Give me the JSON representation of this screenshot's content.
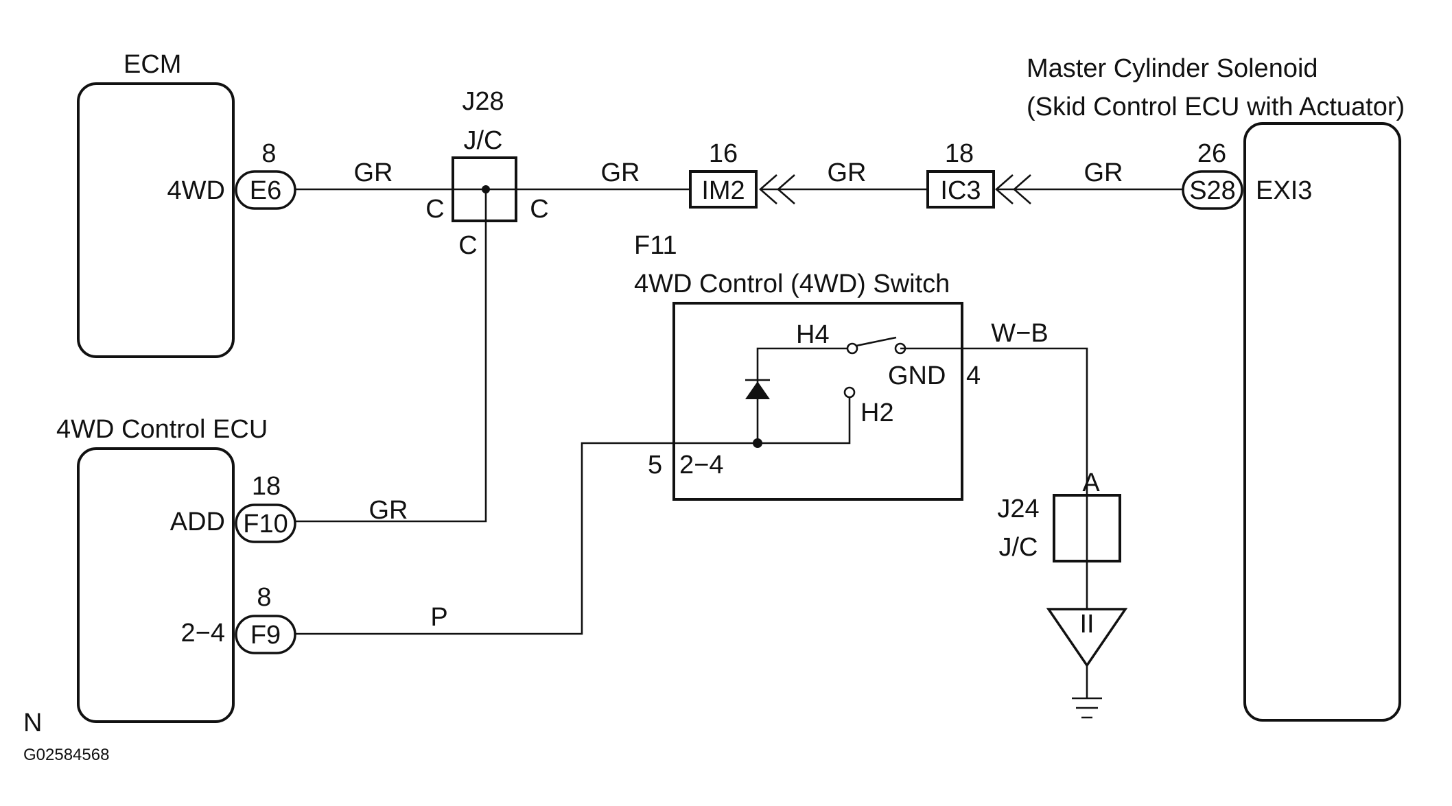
{
  "components": {
    "ecm": {
      "name": "ECM",
      "pin_name": "4WD",
      "pin_number": "8",
      "connector": "E6"
    },
    "j28": {
      "id": "J28",
      "type": "J/C",
      "pin_left": "C",
      "pin_right": "C",
      "pin_bottom": "C"
    },
    "im2": {
      "pin_number": "16",
      "connector": "IM2"
    },
    "ic3": {
      "pin_number": "18",
      "connector": "IC3"
    },
    "solenoid": {
      "name_line1": "Master Cylinder Solenoid",
      "name_line2": "(Skid Control ECU with Actuator)",
      "pin_number": "26",
      "connector": "S28",
      "pin_name": "EXI3"
    },
    "f11": {
      "id": "F11",
      "name": "4WD Control (4WD) Switch",
      "terminal_h4": "H4",
      "terminal_gnd": "GND",
      "pin_gnd": "4",
      "terminal_h2": "H2",
      "pin_24": "5",
      "terminal_24": "2−4"
    },
    "ecu4wd": {
      "name": "4WD Control ECU",
      "add": {
        "pin_name": "ADD",
        "pin_number": "18",
        "connector": "F10"
      },
      "sw24": {
        "pin_name": "2−4",
        "pin_number": "8",
        "connector": "F9"
      }
    },
    "j24": {
      "id": "J24",
      "type": "J/C",
      "pin": "A"
    }
  },
  "wires": {
    "ecm_to_j28": "GR",
    "j28_to_im2": "GR",
    "im2_to_ic3": "GR",
    "ic3_to_s28": "GR",
    "j28_to_f10": "GR",
    "f9_to_switch": "P",
    "switch_to_j24": "W−B"
  },
  "ground_mark": "II",
  "footer": {
    "letter": "N",
    "code": "G02584568"
  }
}
